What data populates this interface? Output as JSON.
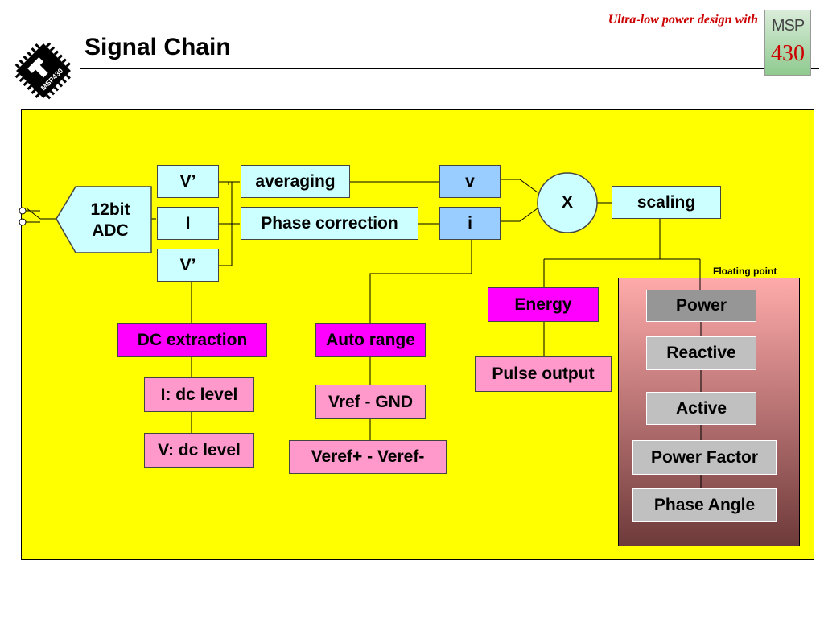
{
  "header": {
    "title": "Signal Chain",
    "brand_tagline": "Ultra-low power design with",
    "logo_line1": "MSP",
    "logo_line2": "430",
    "chip_logo_text": "MSP430"
  },
  "diagram": {
    "adc_line1": "12bit",
    "adc_line2": "ADC",
    "v_prime_top": "V’",
    "i_input": "I",
    "v_prime_bottom": "V’",
    "averaging": "averaging",
    "phase_correction": "Phase correction",
    "v_signal": "v",
    "i_signal": "i",
    "multiplier": "X",
    "scaling": "scaling",
    "dc_extraction": "DC extraction",
    "i_dc_level": "I: dc level",
    "v_dc_level": "V: dc level",
    "auto_range": "Auto range",
    "vref_gnd": "Vref - GND",
    "veref": "Veref+ - Veref-",
    "energy": "Energy",
    "pulse_output": "Pulse output",
    "floating_point_label": "Floating point",
    "power": "Power",
    "reactive": "Reactive",
    "active": "Active",
    "power_factor": "Power Factor",
    "phase_angle": "Phase Angle"
  },
  "colors": {
    "panel": "#ffff00",
    "cyan_box": "#ccffff",
    "blue_box": "#99ccff",
    "magenta_box": "#ff00ff",
    "pink_box": "#ff99cc",
    "brand_red": "#cc0000"
  }
}
